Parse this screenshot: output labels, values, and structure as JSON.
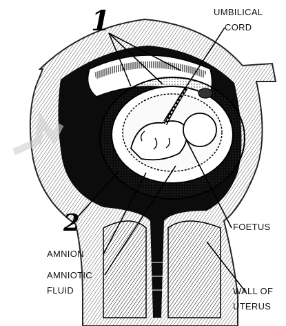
{
  "figure": {
    "labels": {
      "umbilical_cord_line1": "UMBILICAL",
      "umbilical_cord_line2": "CORD",
      "foetus": "FOETUS",
      "amnion": "AMNION",
      "amniotic_fluid_line1": "AMNIOTIC",
      "amniotic_fluid_line2": "FLUID",
      "wall_of_uterus_line1": "WALL OF",
      "wall_of_uterus_line2": "UTERUS"
    },
    "handwritten_marks": {
      "mark_1": "1",
      "mark_2": "2"
    }
  }
}
